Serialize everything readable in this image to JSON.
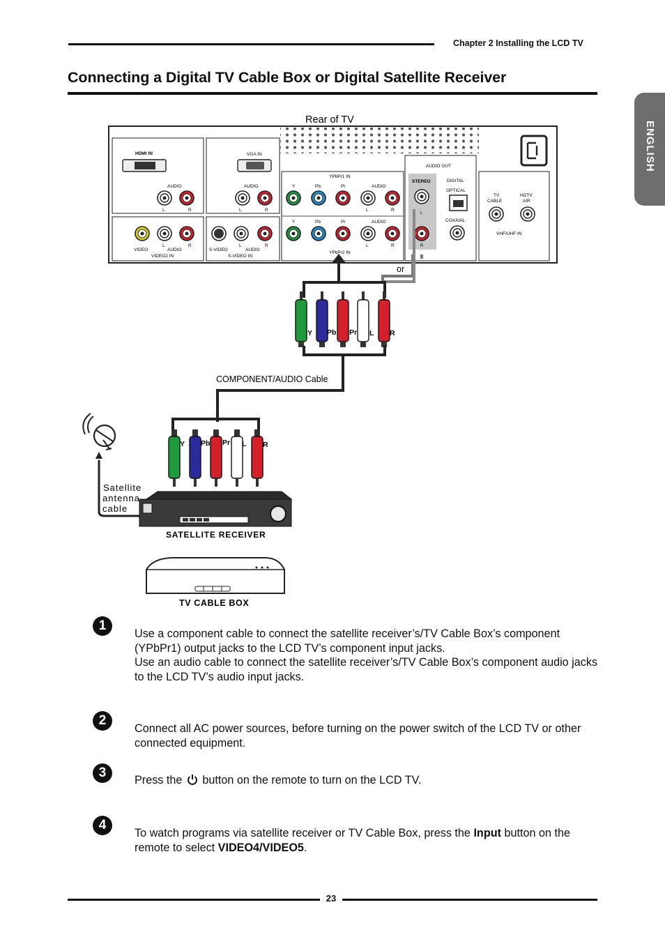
{
  "header": {
    "chapter": "Chapter 2 Installing the LCD TV"
  },
  "title": "Connecting a Digital TV Cable Box or Digital Satellite Receiver",
  "language_tab": "ENGLISH",
  "diagram": {
    "rear_label": "Rear of TV",
    "or_label": "or",
    "hdmi_in": "HDMI IN",
    "vga_in": "VGA IN",
    "audio": "AUDIO",
    "L": "L",
    "R": "R",
    "video": "VIDEO",
    "video2_in": "VIDEO2 IN",
    "s_video": "S-VIDEO",
    "s_video_in": "S-VIDEO IN",
    "ypbpr1_in": "YPbPr1 IN",
    "ypbpr2_in": "YPbPr2 IN",
    "Y": "Y",
    "Pb": "Pb",
    "Pr": "Pr",
    "audio_out": "AUDIO OUT",
    "stereo": "STEREO",
    "digital": "DIGITAL",
    "optical": "OPTICAL",
    "coaxial": "COAXIAL",
    "tv": "TV",
    "cable": "CABLE",
    "hdtv": "HDTV",
    "air": "AIR",
    "vhf_uhf_in": "VHF/UHF IN",
    "cable_label": "COMPONENT/AUDIO Cable",
    "antenna_line1": "Satellite",
    "antenna_line2": "antenna",
    "antenna_line3": "cable",
    "satellite_receiver": "SATELLITE RECEIVER",
    "tv_cable_box": "TV CABLE BOX",
    "colors": {
      "green": "#1e9a3c",
      "blue": "#2a2a9a",
      "red": "#d4202a",
      "white": "#ffffff",
      "highlight": "#c8c8c8"
    }
  },
  "steps": [
    {
      "num": "1",
      "lines": [
        "Use a component cable to connect the satellite receiver’s/TV Cable Box’s component (YPbPr1) output jacks to the LCD TV’s component input jacks.",
        "Use an audio cable to connect the satellite receiver’s/TV Cable Box’s component audio jacks to the LCD TV’s audio input jacks."
      ]
    },
    {
      "num": "2",
      "text": "Connect all AC power sources, before turning on the power switch of the LCD TV or other connected equipment."
    },
    {
      "num": "3",
      "before": "Press the",
      "after": "button on the remote to turn on the LCD TV.",
      "icon": "power-icon"
    },
    {
      "num": "4",
      "pre": "To watch programs via satellite receiver or TV Cable Box, press the ",
      "bold1": "Input",
      "mid": " button on the remote to select ",
      "bold2": "VIDEO4/VIDEO5",
      "post": "."
    }
  ],
  "footer": {
    "page": "23"
  }
}
